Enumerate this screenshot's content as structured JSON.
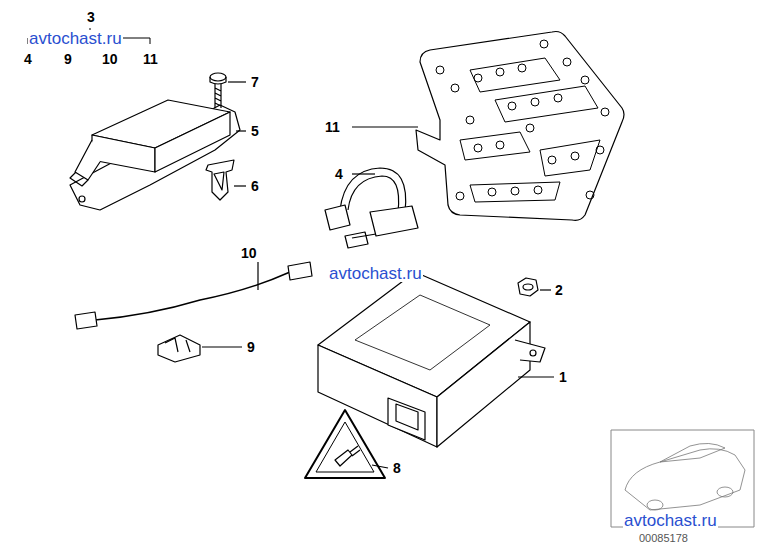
{
  "diagram": {
    "labels": [
      "3",
      "4",
      "9",
      "10",
      "11",
      "avtochast.ru",
      "7",
      "5",
      "6",
      "11",
      "4",
      "avtochast.ru",
      "2",
      "10",
      "9",
      "1",
      "8",
      "avtochast.ru",
      "00085178"
    ]
  }
}
